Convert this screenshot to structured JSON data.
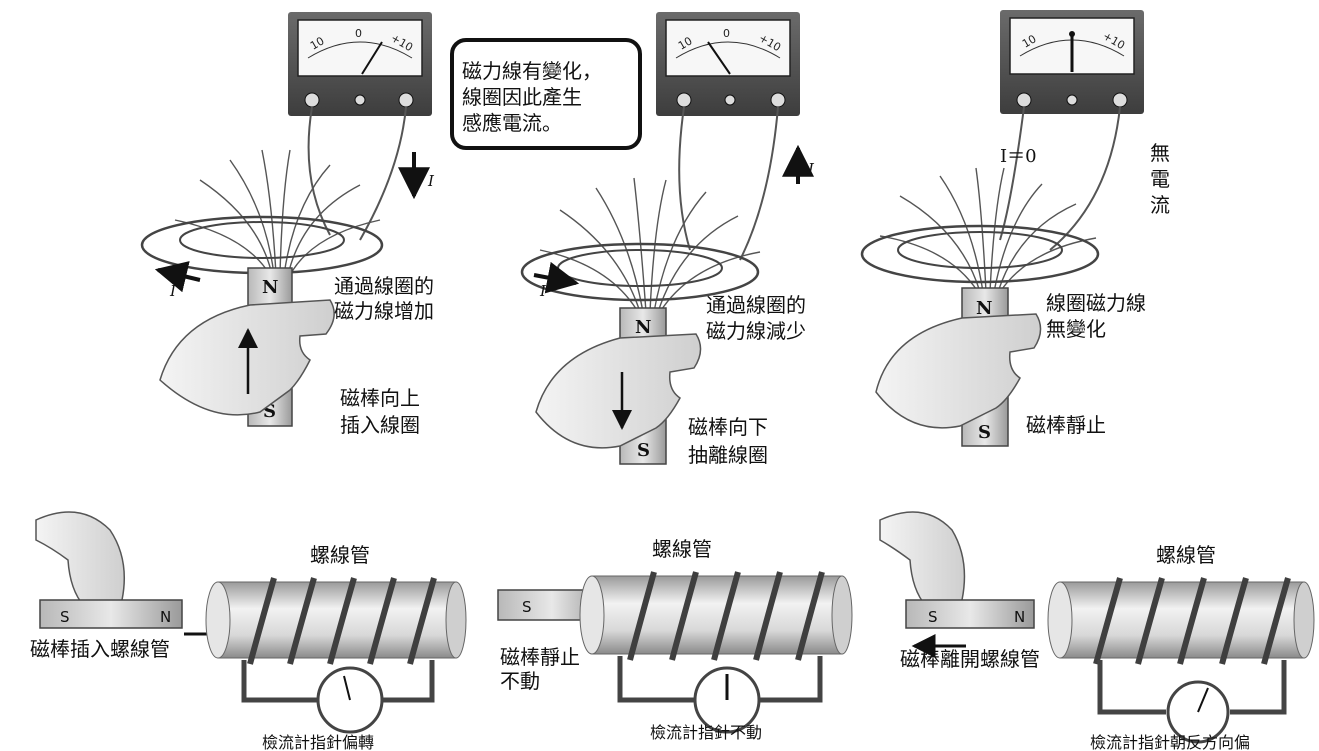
{
  "panel1": {
    "label_through_line1": "通過線圈的",
    "label_through_line2": "磁力線增加",
    "magnet_line1": "磁棒向上",
    "magnet_line2": "插入線圈",
    "current_symbol": "I",
    "pole_n": "N",
    "pole_s": "S",
    "meter_marks": [
      "10",
      "0",
      "+10"
    ]
  },
  "panel2": {
    "callout_line1": "磁力線有變化，",
    "callout_line2": "線圈因此產生",
    "callout_line3": "感應電流。",
    "label_through_line1": "通過線圈的",
    "label_through_line2": "磁力線減少",
    "magnet_line1": "磁棒向下",
    "magnet_line2": "抽離線圈",
    "current_symbol": "I",
    "pole_n": "N",
    "pole_s": "S",
    "meter_marks": [
      "10",
      "0",
      "+10"
    ]
  },
  "panel3": {
    "current_zero": "I＝0",
    "no_current_1": "無",
    "no_current_2": "電",
    "no_current_3": "流",
    "label_line1": "線圈磁力線",
    "label_line2": "無變化",
    "magnet_label": "磁棒靜止",
    "pole_n": "N",
    "pole_s": "S",
    "meter_marks": [
      "10",
      "+10"
    ]
  },
  "solenoid1": {
    "title": "螺線管",
    "action": "磁棒插入螺線管",
    "meter": "檢流計指針偏轉",
    "pole_s": "S",
    "pole_n": "N"
  },
  "solenoid2": {
    "title": "螺線管",
    "action_line1": "磁棒靜止",
    "action_line2": "不動",
    "meter": "檢流計指針不動",
    "pole_s": "S"
  },
  "solenoid3": {
    "title": "螺線管",
    "action": "磁棒離開螺線管",
    "meter": "檢流計指針朝反方向偏",
    "pole_s": "S",
    "pole_n": "N"
  }
}
